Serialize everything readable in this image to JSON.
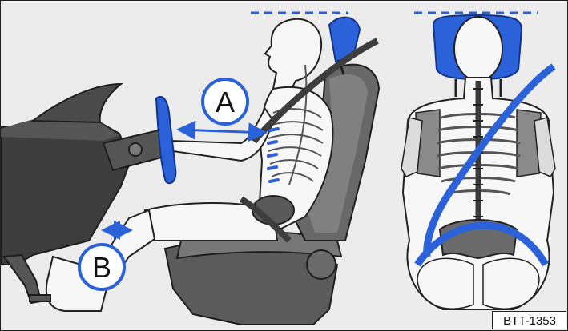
{
  "labels": {
    "a": "A",
    "b": "B"
  },
  "reference_code": "BTT-1353",
  "colors": {
    "background": "#ececec",
    "highlight_blue": "#2b62d9",
    "dark_grey": "#3d3d3d",
    "mid_grey": "#6b6b6b",
    "light_grey": "#9a9a9a",
    "body_outline": "#222222",
    "body_fill": "#f7f7f7"
  },
  "icons": {
    "arrow": "double-headed-arrow",
    "dash": "headrest-height-line"
  }
}
